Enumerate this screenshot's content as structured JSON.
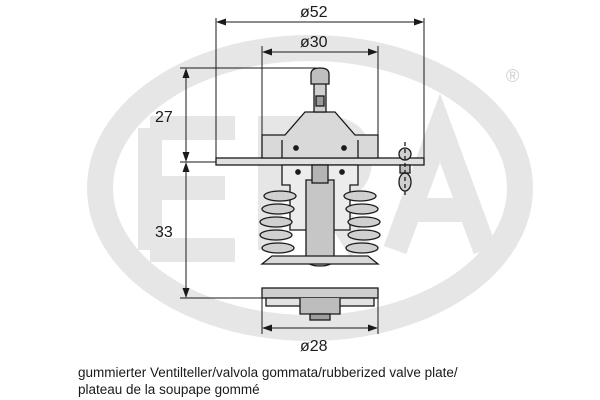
{
  "logo": {
    "name": "ERA",
    "registered_mark": "®",
    "watermark_color": "#e6e6e6"
  },
  "dimensions": {
    "outer_diameter": "ø52",
    "inner_diameter": "ø30",
    "bottom_diameter": "ø28",
    "upper_height": "27",
    "lower_height": "33"
  },
  "caption": {
    "line1": "gummierter Ventilteller/valvola gommata/rubberized valve plate/",
    "line2": "plateau de la soupape gommé"
  },
  "colors": {
    "line": "#1a1a1a",
    "part_fill": "#d9d9d9",
    "part_fill_dark": "#bfbfbf"
  }
}
